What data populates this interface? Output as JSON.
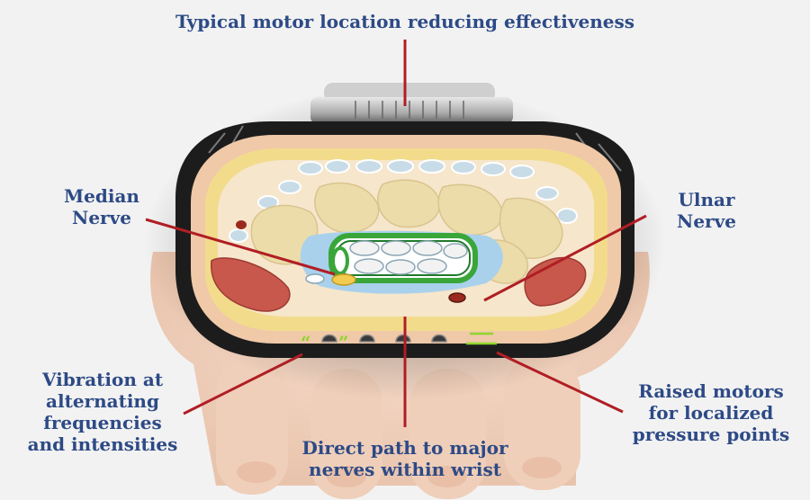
{
  "labels": {
    "title": "Typical motor location reducing effectiveness",
    "median": [
      "Median",
      "Nerve"
    ],
    "ulnar": [
      "Ulnar",
      "Nerve"
    ],
    "vibration": [
      "Vibration at",
      "alternating",
      "frequencies",
      "and intensities"
    ],
    "raised": [
      "Raised motors",
      "for localized",
      "pressure points"
    ],
    "direct": [
      "Direct path to major",
      "nerves within wrist"
    ]
  },
  "colors": {
    "label_text": "#2d4a86",
    "leader_line": "#b01e24",
    "band": "#1c1c1c",
    "bone": "#ecdcaa",
    "tendon": "#c8dce8",
    "flexor_ring": "#3aa63a",
    "muscle": "#c9584c",
    "skin": "#f0c9a8",
    "fat": "#f2dc8c",
    "motor_marker": "#8ed62b"
  },
  "icons": {
    "vibration_marks": "quote-mark-icons",
    "raised_marker": "raised-line-icon"
  }
}
